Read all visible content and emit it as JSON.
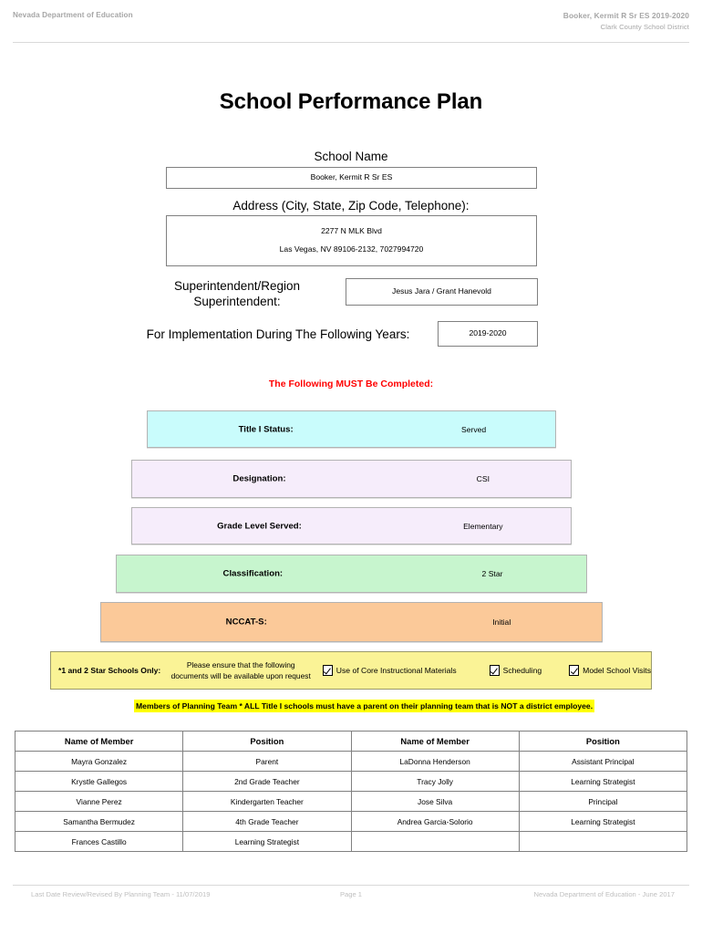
{
  "header": {
    "left": "Nevada Department of Education",
    "right_line1": "Booker, Kermit R Sr ES  2019-2020",
    "right_line2": "Clark County School District"
  },
  "title": "School Performance Plan",
  "fields": {
    "school_name_label": "School Name",
    "school_name_value": "Booker, Kermit R Sr ES",
    "address_label": "Address (City, State, Zip Code, Telephone):",
    "address_line1": "2277 N MLK Blvd",
    "address_line2": "Las Vegas, NV  89106-2132, 7027994720",
    "superintendent_label": "Superintendent/Region Superintendent:",
    "superintendent_value": "Jesus Jara / Grant Hanevold",
    "years_label": "For Implementation During The Following Years:",
    "years_value": "2019-2020"
  },
  "must_complete_notice": "The Following MUST Be Completed:",
  "status_bars": [
    {
      "label": "Title I Status:",
      "value": "Served",
      "color": "#C9FCFC"
    },
    {
      "label": "Designation:",
      "value": "CSI",
      "color": "#F6EDFB"
    },
    {
      "label": "Grade Level Served:",
      "value": "Elementary",
      "color": "#F6EDFB"
    },
    {
      "label": "Classification:",
      "value": "2 Star",
      "color": "#C7F5CE"
    },
    {
      "label": "NCCAT-S:",
      "value": "Initial",
      "color": "#FBC999"
    }
  ],
  "star_schools": {
    "title": "*1 and 2 Star Schools Only:",
    "note_line1": "Please ensure that the following",
    "note_line2": "documents will be available upon request",
    "checkboxes": [
      {
        "label": "Use of Core Instructional Materials",
        "checked": true
      },
      {
        "label": "Scheduling",
        "checked": true
      },
      {
        "label": "Model School Visits",
        "checked": true
      }
    ]
  },
  "planning_note": "Members of Planning Team * ALL Title I schools must have a parent on their planning team that is NOT a district employee.",
  "members_table": {
    "headers": [
      "Name of Member",
      "Position",
      "Name of Member",
      "Position"
    ],
    "rows": [
      [
        "Mayra Gonzalez",
        "Parent",
        "LaDonna Henderson",
        "Assistant Principal"
      ],
      [
        "Krystle Gallegos",
        "2nd Grade Teacher",
        "Tracy Jolly",
        "Learning Strategist"
      ],
      [
        "Vianne Perez",
        "Kindergarten Teacher",
        "Jose Silva",
        "Principal"
      ],
      [
        "Samantha Bermudez",
        "4th Grade Teacher",
        "Andrea Garcia-Solorio",
        "Learning Strategist"
      ],
      [
        "Frances Castillo",
        "Learning Strategist",
        "",
        ""
      ]
    ]
  },
  "footer": {
    "left": "Last Date Review/Revised By Planning Team - 11/07/2019",
    "center": "Page 1",
    "right": "Nevada Department of Education - June 2017"
  },
  "colors": {
    "notice_red": "#FF0000",
    "highlight_yellow": "#FFFF00",
    "strip_yellow": "#FAF396",
    "muted_gray": "#a6a6a6"
  }
}
